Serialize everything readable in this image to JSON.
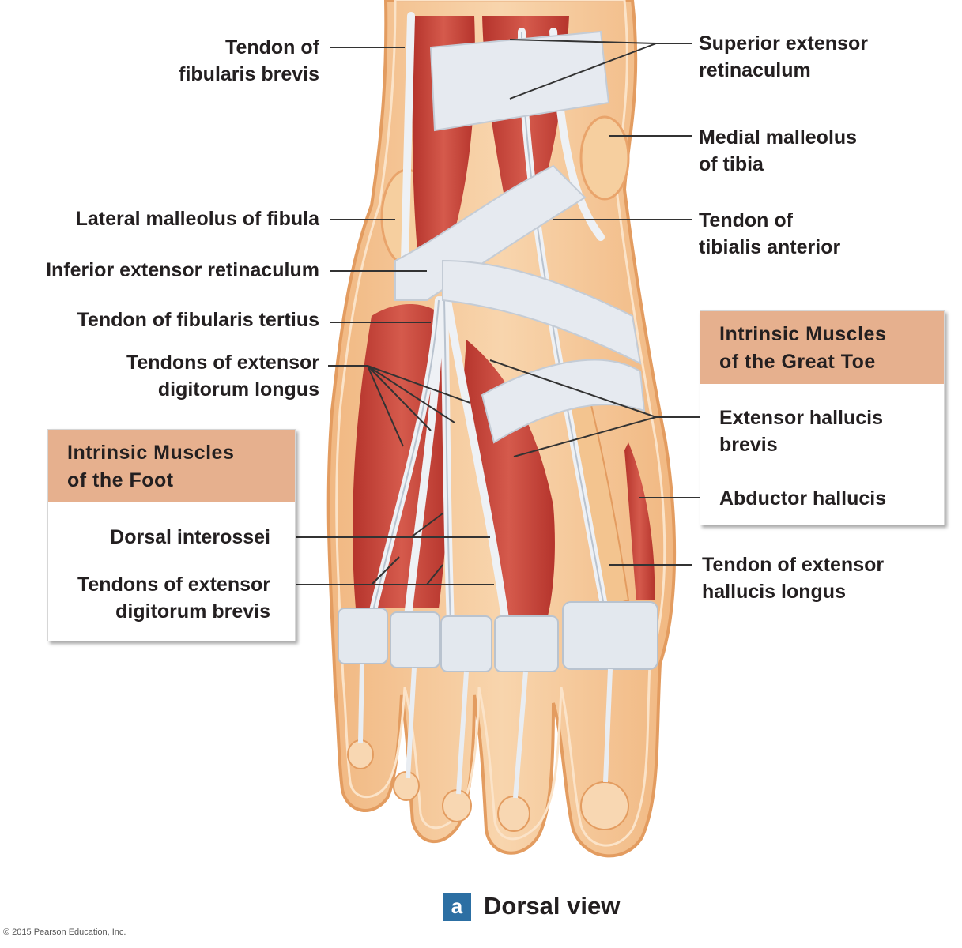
{
  "labels": {
    "fibularis_brevis": [
      "Tendon of",
      "fibularis brevis"
    ],
    "superior_retinaculum": [
      "Superior extensor",
      "retinaculum"
    ],
    "medial_malleolus": [
      "Medial malleolus",
      "of tibia"
    ],
    "lateral_malleolus": [
      "Lateral malleolus of fibula"
    ],
    "tibialis_anterior": [
      "Tendon of",
      "tibialis anterior"
    ],
    "inferior_retinaculum": [
      "Inferior extensor retinaculum"
    ],
    "fibularis_tertius": [
      "Tendon of fibularis tertius"
    ],
    "ext_digitorum_longus": [
      "Tendons of extensor",
      "digitorum longus"
    ],
    "ext_hallucis_brevis": [
      "Extensor hallucis",
      "brevis"
    ],
    "abductor_hallucis": [
      "Abductor hallucis"
    ],
    "dorsal_interossei": [
      "Dorsal interossei"
    ],
    "ext_digitorum_brevis": [
      "Tendons of extensor",
      "digitorum brevis"
    ],
    "ext_hallucis_longus": [
      "Tendon of extensor",
      "hallucis longus"
    ]
  },
  "boxes": {
    "great_toe": [
      "Intrinsic Muscles",
      "of the Great Toe"
    ],
    "foot": [
      "Intrinsic Muscles",
      "of the Foot"
    ]
  },
  "view": {
    "badge": "a",
    "title": "Dorsal view"
  },
  "copyright": "© 2015 Pearson Education, Inc.",
  "colors": {
    "skin": "#f4c89a",
    "skin_edge": "#e9a46b",
    "muscle": "#c8443a",
    "tendon": "#e4e8ee",
    "box_header": "#e6b08e",
    "badge": "#2c6fa3"
  }
}
